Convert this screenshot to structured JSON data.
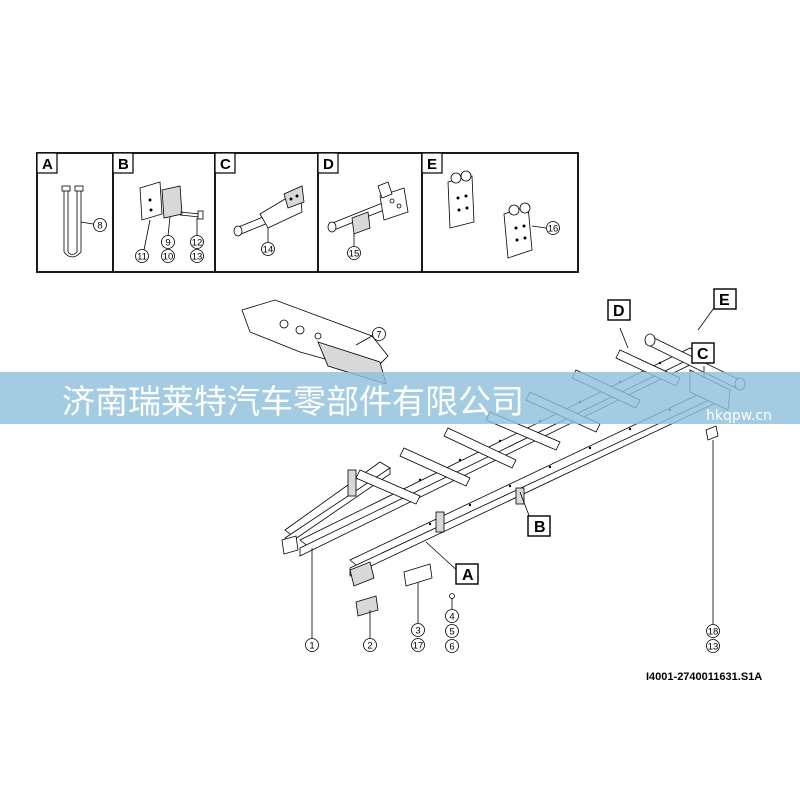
{
  "header_cells": [
    {
      "letter": "A",
      "callouts": [
        "8"
      ]
    },
    {
      "letter": "B",
      "callouts": [
        "11",
        "9",
        "10",
        "12",
        "13"
      ]
    },
    {
      "letter": "C",
      "callouts": [
        "14"
      ]
    },
    {
      "letter": "D",
      "callouts": [
        "15"
      ]
    },
    {
      "letter": "E",
      "callouts": [
        "16"
      ]
    }
  ],
  "main_callouts": {
    "c7": "7",
    "c1": "1",
    "c2": "2",
    "c3": "3",
    "c17": "17",
    "c4": "4",
    "c5": "5",
    "c6": "6",
    "c18": "18",
    "c13": "13"
  },
  "reference_letters": {
    "A": "A",
    "B": "B",
    "C": "C",
    "D": "D",
    "E": "E"
  },
  "part_number": "I4001-2740011631.S1A",
  "watermark": {
    "text": "济南瑞莱特汽车零部件有限公司",
    "small_text": "hkqpw.cn",
    "color": "#8fbfdc"
  },
  "colors": {
    "line": "#000000",
    "background": "#ffffff",
    "banner": "#8fbfdc"
  }
}
